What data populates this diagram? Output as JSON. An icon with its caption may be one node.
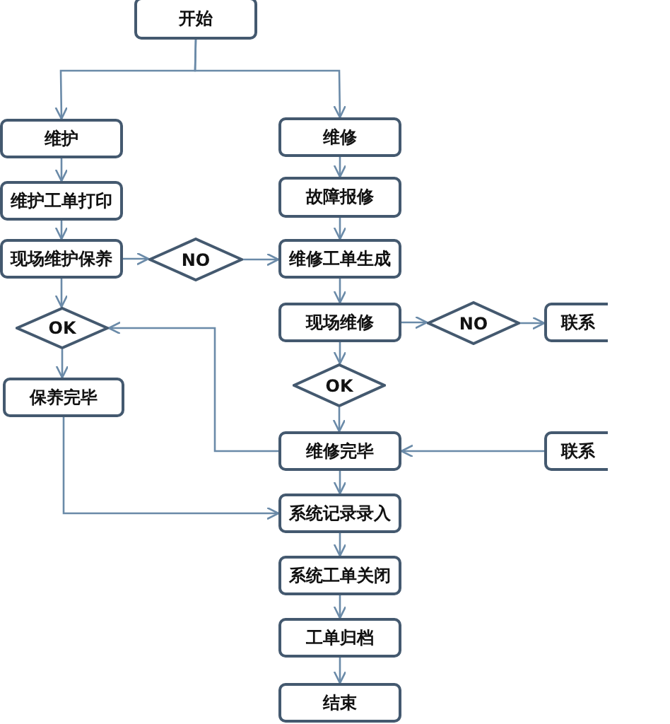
{
  "diagram": {
    "nodes": [
      {
        "text": [
          "开始"
        ]
      },
      {
        "text": [
          "维护"
        ]
      },
      {
        "text": [
          "维修"
        ]
      },
      {
        "text": [
          "维护工单打印"
        ]
      },
      {
        "text": [
          "故障报修"
        ]
      },
      {
        "text": [
          "现场维护保养"
        ]
      },
      {
        "text": [
          "NO"
        ]
      },
      {
        "text": [
          "维修工单生成"
        ]
      },
      {
        "text": [
          "OK"
        ]
      },
      {
        "text": [
          "现场维修"
        ]
      },
      {
        "text": [
          "NO"
        ]
      },
      {
        "text": [
          "联系"
        ]
      },
      {
        "text": [
          "OK"
        ]
      },
      {
        "text": [
          "保养完毕"
        ]
      },
      {
        "text": [
          "维修完毕"
        ]
      },
      {
        "text": [
          "联系"
        ]
      },
      {
        "text": [
          "系统记录录入"
        ]
      },
      {
        "text": [
          "系统工单关闭"
        ]
      },
      {
        "text": [
          "工单归档"
        ]
      },
      {
        "text": [
          "结束"
        ]
      }
    ],
    "edges": [
      {
        "from": 0,
        "to": 1,
        "arrow": "to"
      },
      {
        "from": 0,
        "to": 2,
        "arrow": "to"
      },
      {
        "from": 1,
        "to": 3,
        "arrow": "to"
      },
      {
        "from": 3,
        "to": 5,
        "arrow": "to"
      },
      {
        "from": 5,
        "to": 6,
        "arrow": "to"
      },
      {
        "from": 6,
        "to": 7,
        "arrow": "to"
      },
      {
        "from": 5,
        "to": 8,
        "arrow": "to"
      },
      {
        "from": 8,
        "to": 13,
        "arrow": "to"
      },
      {
        "from": 13,
        "to": 16,
        "arrow": "to"
      },
      {
        "from": 2,
        "to": 4,
        "arrow": "to"
      },
      {
        "from": 4,
        "to": 7,
        "arrow": "to"
      },
      {
        "from": 7,
        "to": 9,
        "arrow": "to"
      },
      {
        "from": 9,
        "to": 10,
        "arrow": "to"
      },
      {
        "from": 10,
        "to": 11,
        "arrow": "to"
      },
      {
        "from": 9,
        "to": 12,
        "arrow": "to"
      },
      {
        "from": 12,
        "to": 14,
        "arrow": "to"
      },
      {
        "from": 15,
        "to": 14,
        "arrow": "to"
      },
      {
        "from": 14,
        "to": 8,
        "arrow": "to"
      },
      {
        "from": 14,
        "to": 16,
        "arrow": "to"
      },
      {
        "from": 16,
        "to": 17,
        "arrow": "to"
      },
      {
        "from": 17,
        "to": 18,
        "arrow": "to"
      },
      {
        "from": 18,
        "to": 19,
        "arrow": "to"
      }
    ]
  }
}
